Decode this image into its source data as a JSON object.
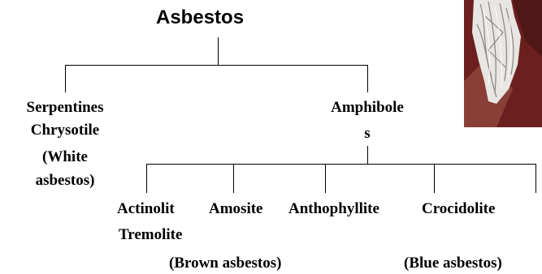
{
  "diagram": {
    "root": "Asbestos",
    "serpentines": {
      "line1": "Serpentines",
      "line2": "Chrysotile",
      "line3": "(White",
      "line4": "asbestos)"
    },
    "amphiboles": {
      "line1": "Amphibole",
      "line2": "s"
    },
    "leaves": {
      "actinolite_line1": "Actinolit",
      "actinolite_line2": "Tremolite",
      "amosite": "Amosite",
      "amosite_note": "(Brown asbestos)",
      "anthophyllite": "Anthophyllite",
      "crocidolite": "Crocidolite",
      "crocidolite_note": "(Blue asbestos)"
    }
  },
  "photo": {
    "subject": "asbestos-fiber-sample-photo",
    "colors": {
      "background": "#6b1f1f",
      "fiber": "#e8e6e2",
      "shadow": "#8a8682"
    }
  }
}
